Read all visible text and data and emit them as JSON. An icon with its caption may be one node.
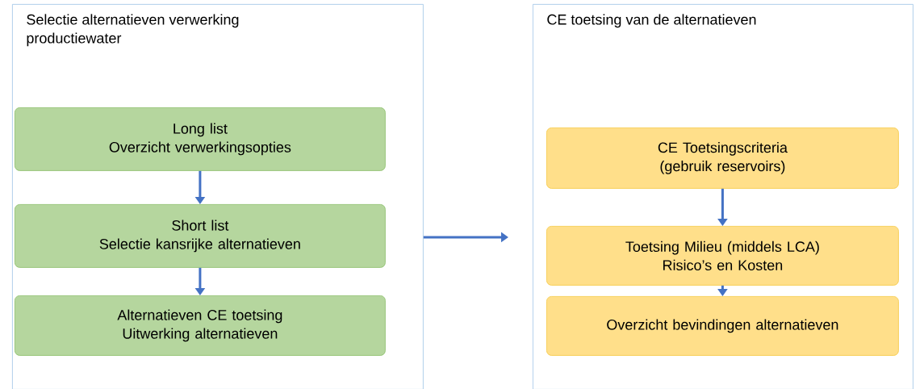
{
  "diagram": {
    "nodes": [
      {
        "text": [
          "Selectie alternatieven verwerking productiewater"
        ]
      },
      {
        "text": [
          "Long list",
          "Overzicht verwerkingsopties"
        ],
        "in": 0
      },
      {
        "text": [
          "Short list",
          "Selectie kansrijke alternatieven"
        ],
        "in": 0
      },
      {
        "text": [
          "Alternatieven CE toetsing",
          "Uitwerking alternatieven"
        ],
        "in": 0
      },
      {
        "text": [
          "CE toetsing van de alternatieven"
        ]
      },
      {
        "text": [
          "CE Toetsingscriteria",
          "(gebruik reservoirs)"
        ],
        "in": 4
      },
      {
        "text": [
          "Toetsing Milieu (middels LCA)",
          "Risico’s en Kosten"
        ],
        "in": 4
      },
      {
        "text": [
          "Overzicht bevindingen alternatieven"
        ],
        "in": 4
      }
    ],
    "edges": [
      {
        "from": 1,
        "to": 2,
        "arrow": "to"
      },
      {
        "from": 2,
        "to": 3,
        "arrow": "to"
      },
      {
        "from": 0,
        "to": 4,
        "arrow": "to"
      },
      {
        "from": 5,
        "to": 6,
        "arrow": "to"
      },
      {
        "from": 6,
        "to": 7,
        "arrow": "to"
      }
    ]
  }
}
